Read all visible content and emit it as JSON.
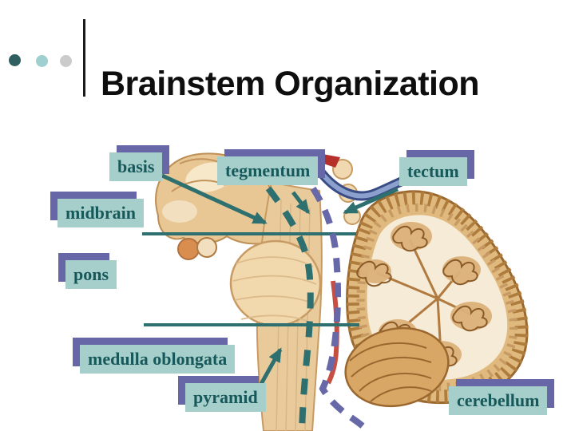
{
  "header": {
    "title": "Brainstem Organization"
  },
  "labels": [
    {
      "id": "basis",
      "text": "basis"
    },
    {
      "id": "tegmentum",
      "text": "tegmentum"
    },
    {
      "id": "tectum",
      "text": "tectum"
    },
    {
      "id": "midbrain",
      "text": "midbrain"
    },
    {
      "id": "pons",
      "text": "pons"
    },
    {
      "id": "medulla",
      "text": "medulla oblongata"
    },
    {
      "id": "pyramid",
      "text": "pyramid"
    },
    {
      "id": "cerebellum",
      "text": "cerebellum"
    }
  ],
  "colors": {
    "label_background": "#A6CFCB",
    "label_shadow": "#6767A7",
    "label_text": "#17585A",
    "pointer_teal": "#2E6F6F",
    "dashed_purple": "#6668A8",
    "bullet_dark_teal": "#2F5F5F",
    "bullet_light_teal": "#9FCFCF",
    "bullet_gray": "#CBCBCB"
  }
}
